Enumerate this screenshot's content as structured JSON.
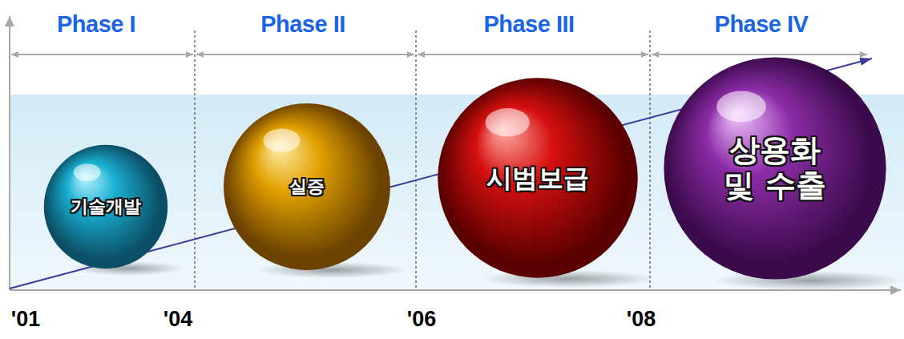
{
  "diagram": {
    "nodes": [
      {
        "text": [
          "기술개발"
        ]
      },
      {
        "text": [
          "실증"
        ]
      },
      {
        "text": [
          "시범보급"
        ]
      },
      {
        "text": [
          "상용화 및 수출"
        ]
      }
    ],
    "labels": [
      "Phase I",
      "Phase II",
      "Phase III",
      "Phase IV",
      "'01",
      "'04",
      "'06",
      "'08"
    ]
  }
}
